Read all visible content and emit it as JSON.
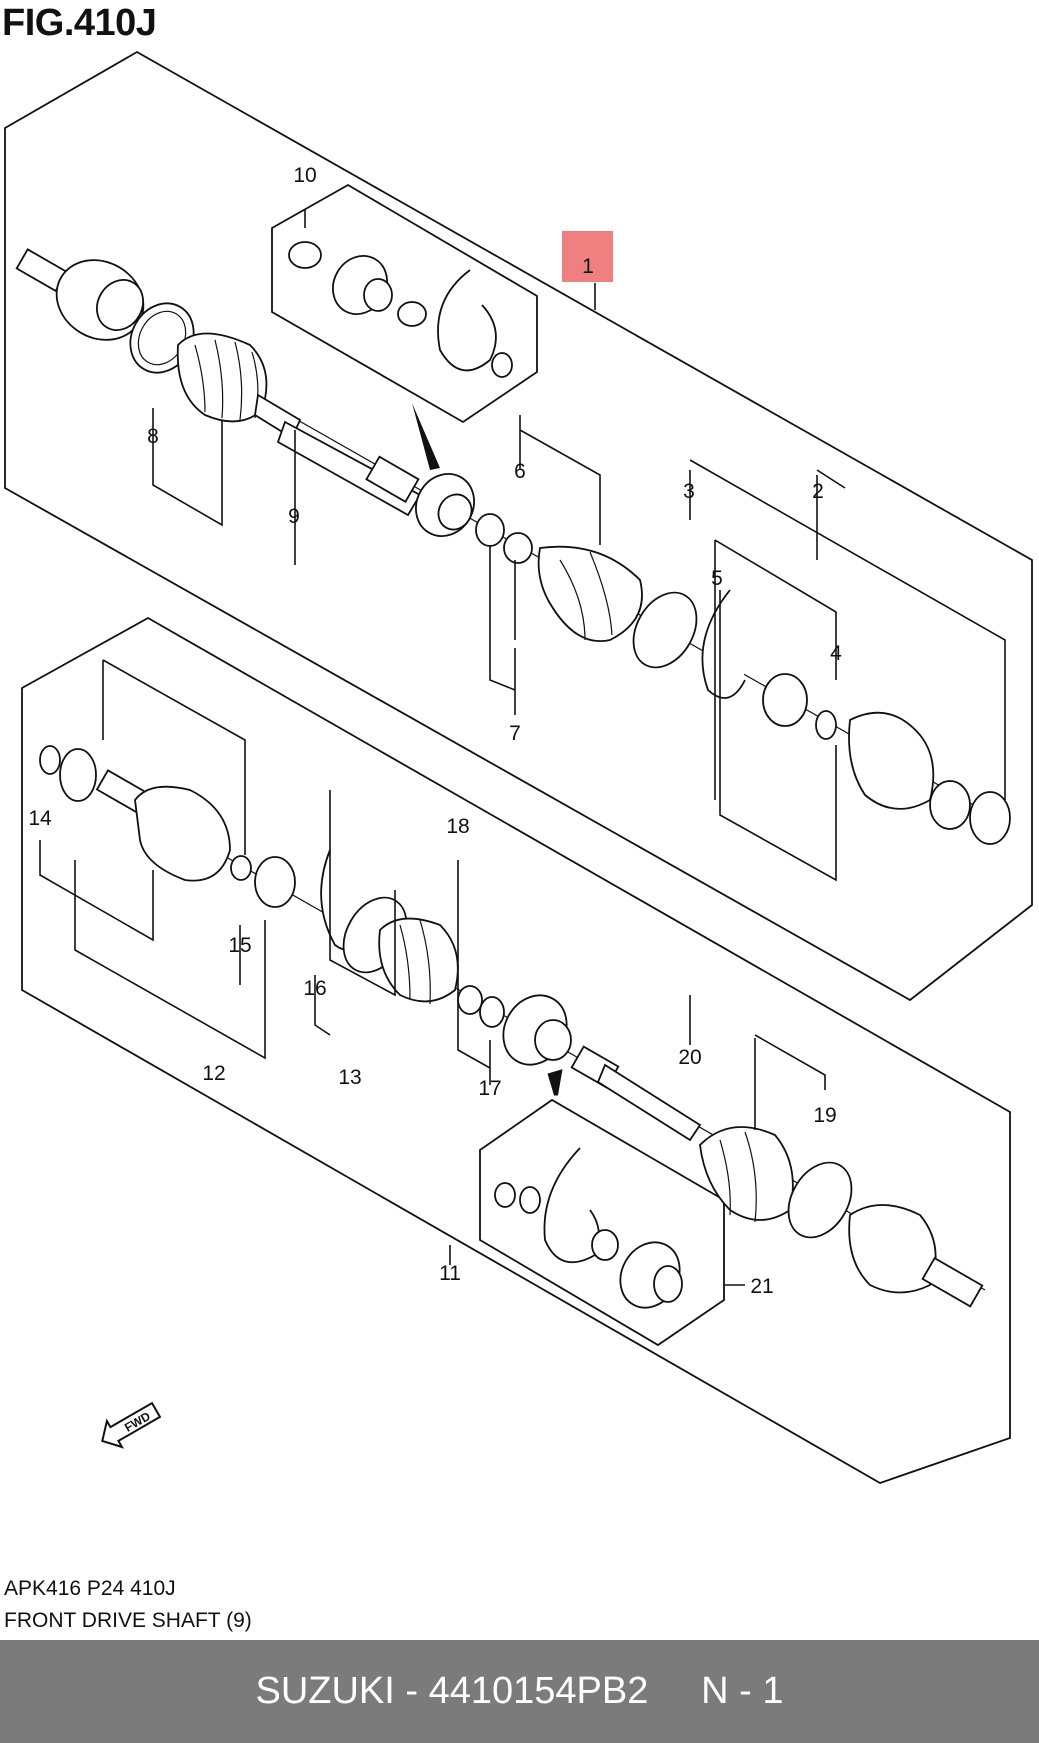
{
  "figure": {
    "title": "FIG.410J"
  },
  "callouts": [
    "1",
    "2",
    "3",
    "4",
    "5",
    "6",
    "7",
    "8",
    "9",
    "10",
    "11",
    "12",
    "13",
    "14",
    "15",
    "16",
    "17",
    "18",
    "19",
    "20",
    "21"
  ],
  "fwd_label": "FWD",
  "caption": {
    "code": "APK416 P24 410J",
    "description": "FRONT DRIVE SHAFT (9)"
  },
  "footer": {
    "text": "SUZUKI - 4410154PB2     N - 1"
  },
  "colors": {
    "highlight": "#f08080",
    "footer_bg": "#7b7b7b"
  }
}
